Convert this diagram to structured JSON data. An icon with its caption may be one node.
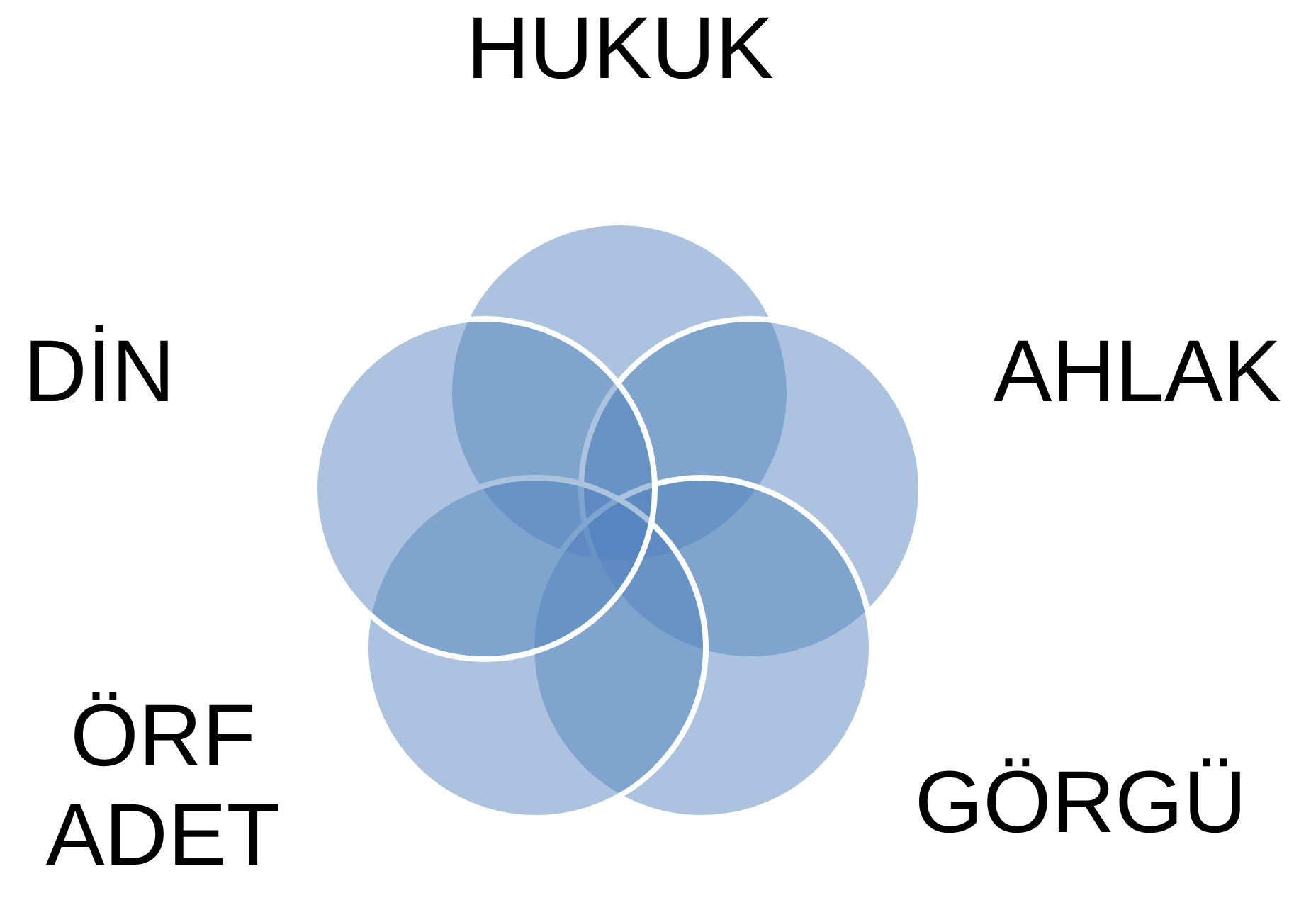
{
  "diagram": {
    "nodes": [
      {
        "text": [
          "HUKUK"
        ]
      },
      {
        "text": [
          "AHLAK"
        ]
      },
      {
        "text": [
          "GÖRGÜ"
        ]
      },
      {
        "text": [
          "ÖRF ADET"
        ]
      },
      {
        "text": [
          "DİN"
        ]
      }
    ]
  }
}
